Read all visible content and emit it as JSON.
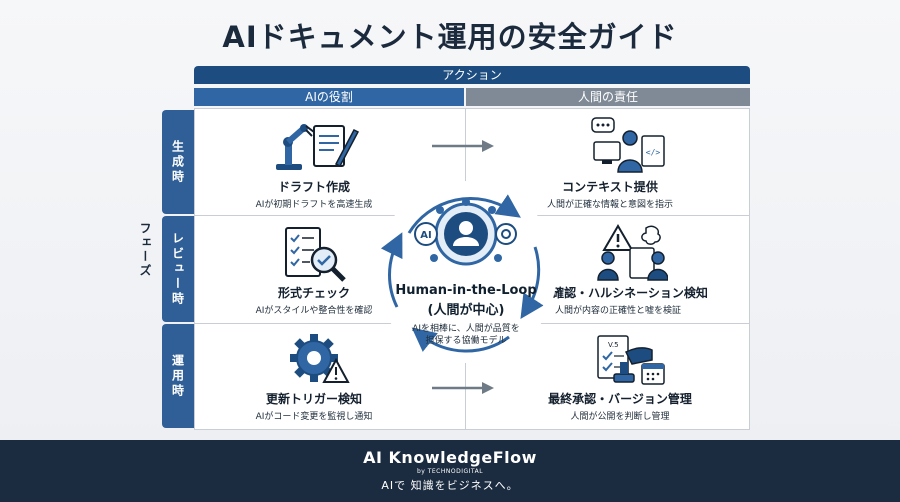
{
  "title": "AIドキュメント運用の安全ガイド",
  "header": {
    "action": "アクション",
    "ai_role": "AIの役割",
    "human_role": "人間の責任"
  },
  "phases_label": "フェーズ",
  "phases": [
    "生成時",
    "レビュー時",
    "運用時"
  ],
  "cells": {
    "draft": {
      "title": "ドラフト作成",
      "desc": "AIが初期ドラフトを高速生成"
    },
    "context": {
      "title": "コンテキスト提供",
      "desc": "人間が正確な情報と意図を指示"
    },
    "format": {
      "title": "形式チェック",
      "desc": "AIがスタイルや整合性を確認"
    },
    "factcheck": {
      "title": "事実確認・ハルシネーション検知",
      "desc": "人間が内容の正確性と嘘を検証"
    },
    "trigger": {
      "title": "更新トリガー検知",
      "desc": "AIがコード変更を監視し通知"
    },
    "approval": {
      "title": "最終承認・バージョン管理",
      "desc": "人間が公開を判断し管理"
    }
  },
  "center": {
    "ai_badge": "AI",
    "title1": "Human-in-the-Loop",
    "title2": "(人間が中心)",
    "desc1": "AIを相棒に、人間が品質を",
    "desc2": "担保する協働モデル"
  },
  "icon_text": {
    "code_tag": "</>",
    "version_tag": "V.5"
  },
  "footer": {
    "brand": "AI KnowledgeFlow",
    "by": "by TECHNODIGITAL",
    "slogan": "AIで 知識をビジネスへ。"
  },
  "colors": {
    "navy": "#1d4d80",
    "blue": "#2f66a3",
    "gray": "#7f8a96",
    "footer": "#1b2b40"
  }
}
